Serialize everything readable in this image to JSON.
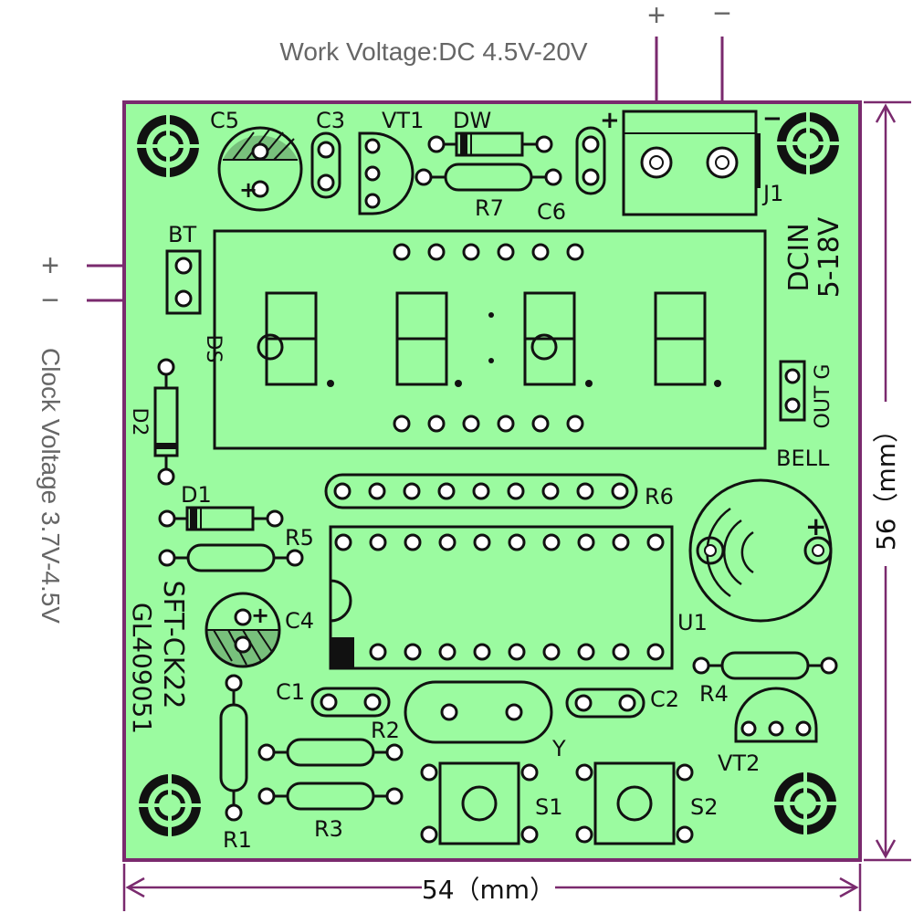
{
  "work_voltage": {
    "label": "Work Voltage:DC 4.5V-20V",
    "plus": "+",
    "minus": "−"
  },
  "clock_voltage": {
    "label": "Clock Voltage 3.7V-4.5V",
    "plus": "+",
    "minus": "−"
  },
  "dimensions": {
    "width": "54（mm）",
    "height": "56（mm）"
  },
  "board": {
    "color": "#9bfba0",
    "outline_color": "#7a2a6e",
    "name_line1": "SFT-CK22",
    "name_line2": "GL409051",
    "dcin_line1": "DCIN",
    "dcin_line2": "5-18V",
    "j1_plus": "+",
    "j1_minus": "−"
  },
  "components": {
    "C5": "C5",
    "C5_plus": "+",
    "C3": "C3",
    "VT1": "VT1",
    "DW": "DW",
    "R7": "R7",
    "C6": "C6",
    "J1": "J1",
    "BT": "BT",
    "DS": "DS",
    "D2": "D2",
    "D1": "D1",
    "R5": "R5",
    "R6": "R6",
    "U1": "U1",
    "C4": "C4",
    "C4_plus": "+",
    "BELL": "BELL",
    "BELL_plus": "+",
    "OUT_G": "OUT G",
    "R4": "R4",
    "VT2": "VT2",
    "C1": "C1",
    "C2": "C2",
    "R2": "R2",
    "R3": "R3",
    "R1": "R1",
    "Y": "Y",
    "S1": "S1",
    "S2": "S2"
  }
}
